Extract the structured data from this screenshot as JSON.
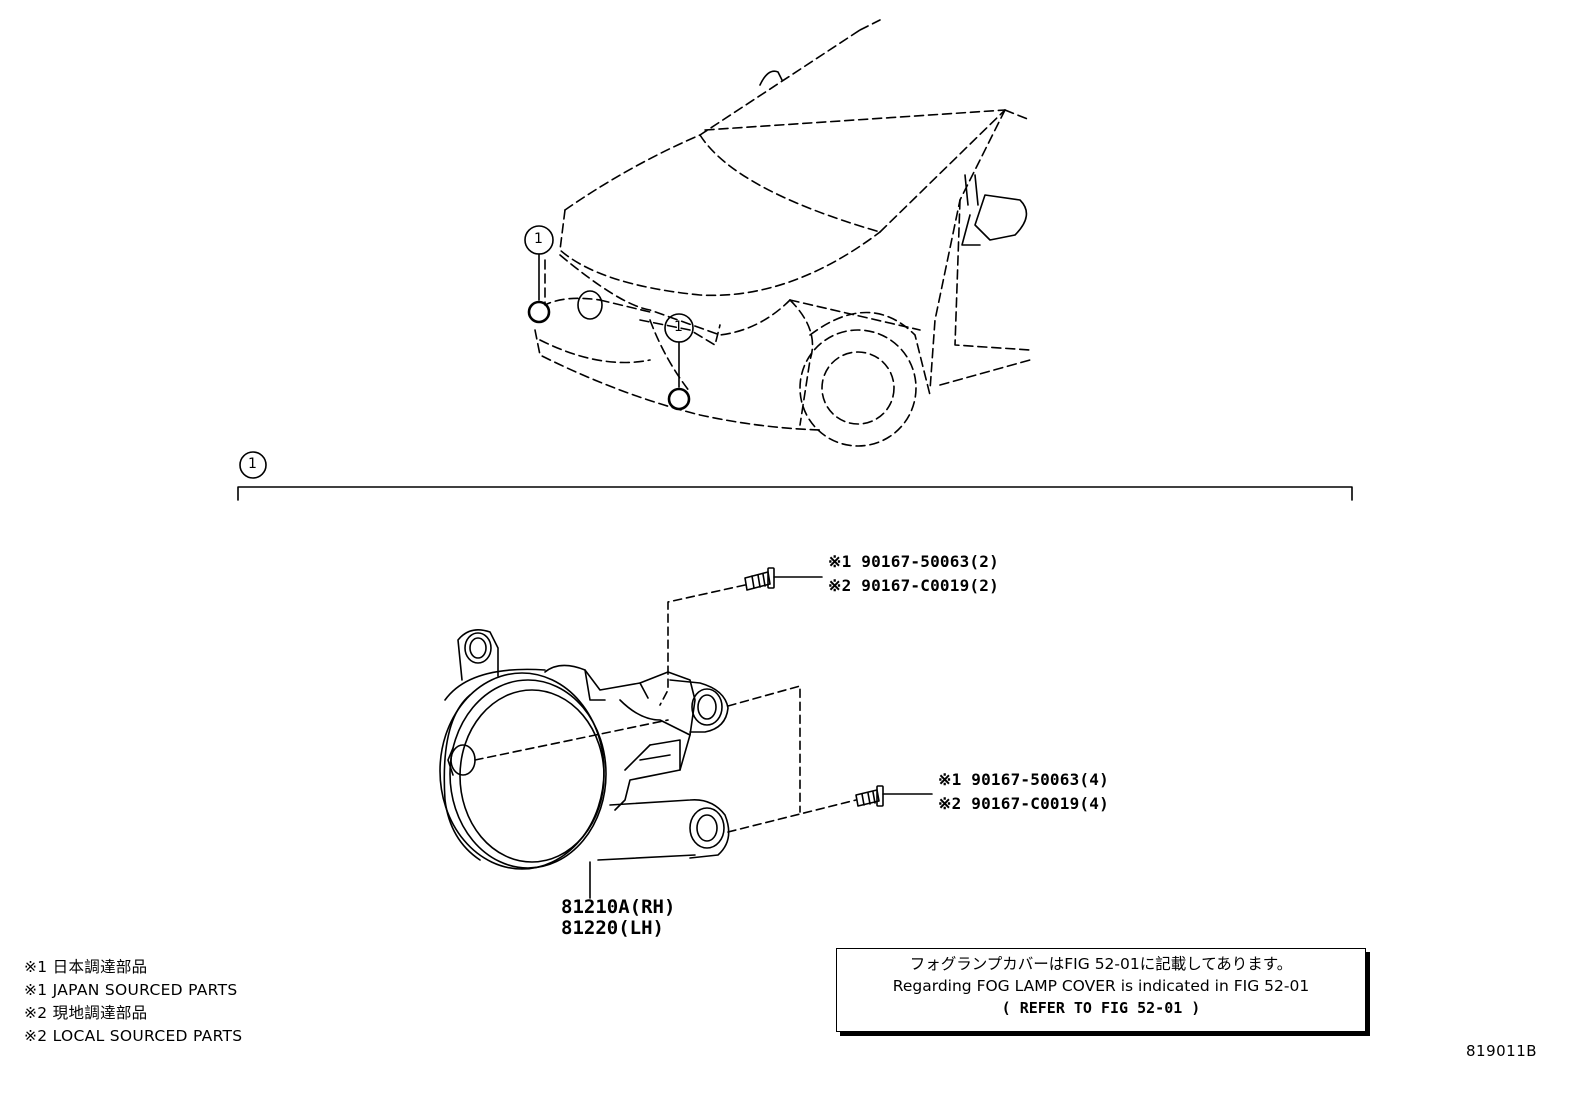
{
  "callout_marker": "1",
  "fastener_upper": {
    "line1": "※1 90167-50063(2)",
    "line2": "※2 90167-C0019(2)"
  },
  "fastener_lower": {
    "line1": "※1 90167-50063(4)",
    "line2": "※2 90167-C0019(4)"
  },
  "fog_lamp": {
    "part_rh": "81210A(RH)",
    "part_lh": "81220(LH)"
  },
  "legend": [
    "※1 日本調達部品",
    "※1 JAPAN SOURCED PARTS",
    "※2 現地調達部品",
    "※2 LOCAL SOURCED PARTS"
  ],
  "note_box": {
    "line1": "フォグランプカバーはFIG 52-01に記載してあります。",
    "line2": "Regarding FOG LAMP COVER is indicated in FIG 52-01",
    "line3": "( REFER TO FIG 52-01 )"
  },
  "figure_id": "819011B"
}
